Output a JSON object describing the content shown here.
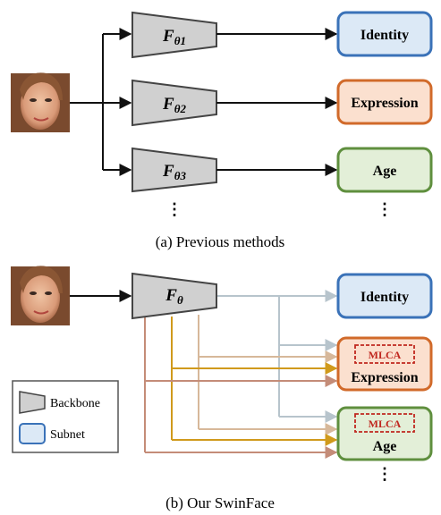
{
  "panel_a": {
    "caption": "(a) Previous methods",
    "backbones": [
      {
        "main": "F",
        "sub": "θ1"
      },
      {
        "main": "F",
        "sub": "θ2"
      },
      {
        "main": "F",
        "sub": "θ3"
      }
    ],
    "subnets": [
      "Identity",
      "Expression",
      "Age"
    ],
    "ellipsis": "⋮"
  },
  "panel_b": {
    "caption": "(b) Our SwinFace",
    "backbone": {
      "main": "F",
      "sub": "θ"
    },
    "subnets": [
      "Identity",
      "Expression",
      "Age"
    ],
    "mlca_label": "MLCA",
    "ellipsis": "⋮"
  },
  "legend": {
    "backbone_label": "Backbone",
    "subnet_label": "Subnet"
  },
  "colors": {
    "identity_stroke": "#3a72b8",
    "identity_fill": "#dce9f6",
    "expression_stroke": "#d16a2a",
    "expression_fill": "#fbe0cf",
    "age_stroke": "#5f8f3e",
    "age_fill": "#e3efd8",
    "trapezoid_fill": "#d0d0d0",
    "line_gray": "#b7c4cc",
    "line_tan": "#d7b89a",
    "line_gold": "#d09a1c",
    "line_brown": "#c48c78",
    "mlca_red": "#c0271f"
  },
  "face_icon": "face-photo"
}
